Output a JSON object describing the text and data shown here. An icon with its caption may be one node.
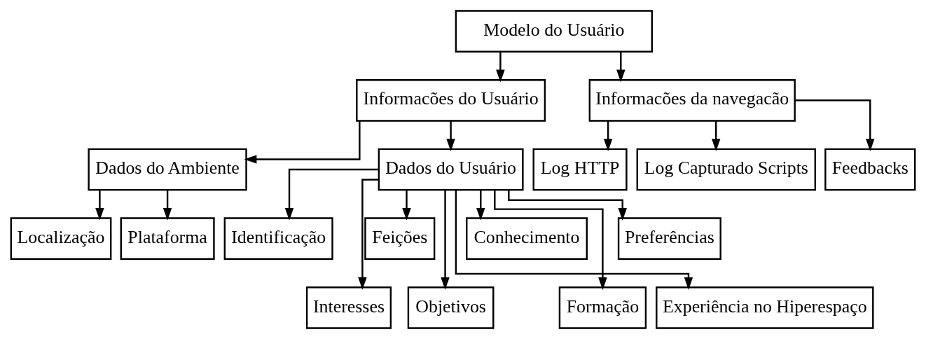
{
  "diagram": {
    "nodes": [
      {
        "text": [
          "Modelo do Usuário"
        ]
      },
      {
        "text": [
          "Informacões do Usuário"
        ]
      },
      {
        "text": [
          "Informacões da navegacão"
        ]
      },
      {
        "text": [
          "Dados do Ambiente"
        ]
      },
      {
        "text": [
          "Dados do Usuário"
        ]
      },
      {
        "text": [
          "Log HTTP"
        ]
      },
      {
        "text": [
          "Log Capturado Scripts"
        ]
      },
      {
        "text": [
          "Feedbacks"
        ]
      },
      {
        "text": [
          "Localização"
        ]
      },
      {
        "text": [
          "Plataforma"
        ]
      },
      {
        "text": [
          "Identificação"
        ]
      },
      {
        "text": [
          "Interesses"
        ]
      },
      {
        "text": [
          "Feições"
        ]
      },
      {
        "text": [
          "Objetivos"
        ]
      },
      {
        "text": [
          "Conhecimento"
        ]
      },
      {
        "text": [
          "Formação"
        ]
      },
      {
        "text": [
          "Preferências"
        ]
      },
      {
        "text": [
          "Experiência no Hiperespaço"
        ]
      }
    ],
    "edges": [
      {
        "from": 0,
        "to": 1,
        "arrow": "to"
      },
      {
        "from": 0,
        "to": 2,
        "arrow": "to"
      },
      {
        "from": 1,
        "to": 3,
        "arrow": "to"
      },
      {
        "from": 1,
        "to": 4,
        "arrow": "to"
      },
      {
        "from": 2,
        "to": 5,
        "arrow": "to"
      },
      {
        "from": 2,
        "to": 6,
        "arrow": "to"
      },
      {
        "from": 2,
        "to": 7,
        "arrow": "to"
      },
      {
        "from": 3,
        "to": 8,
        "arrow": "to"
      },
      {
        "from": 3,
        "to": 9,
        "arrow": "to"
      },
      {
        "from": 4,
        "to": 10,
        "arrow": "to"
      },
      {
        "from": 4,
        "to": 11,
        "arrow": "to"
      },
      {
        "from": 4,
        "to": 12,
        "arrow": "to"
      },
      {
        "from": 4,
        "to": 13,
        "arrow": "to"
      },
      {
        "from": 4,
        "to": 14,
        "arrow": "to"
      },
      {
        "from": 4,
        "to": 15,
        "arrow": "to"
      },
      {
        "from": 4,
        "to": 16,
        "arrow": "to"
      },
      {
        "from": 4,
        "to": 17,
        "arrow": "to"
      }
    ]
  }
}
